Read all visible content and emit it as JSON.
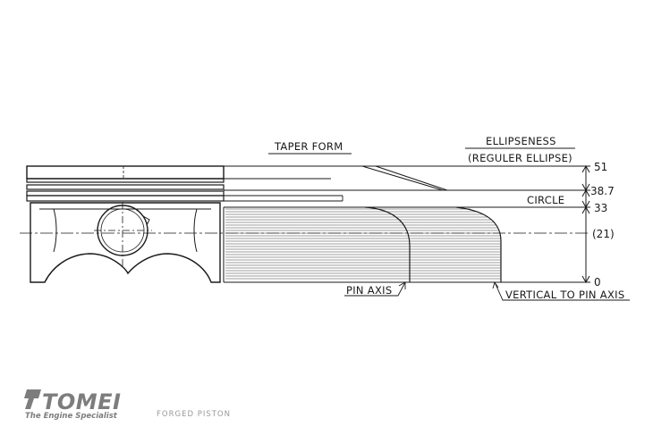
{
  "diagram": {
    "labels": {
      "taper_form": "TAPER FORM",
      "ellipseness": "ELLIPSENESS",
      "reguler_ellipse": "(REGULER ELLIPSE)",
      "circle": "CIRCLE",
      "pin_axis": "PIN AXIS",
      "vertical_to_pin_axis": "VERTICAL TO PIN AXIS"
    },
    "dimensions": [
      "51",
      "38.7",
      "33",
      "(21)",
      "0"
    ]
  },
  "brand": {
    "logo_word": "TOMEI",
    "tagline": "The Engine Specialist",
    "product": "FORGED PISTON"
  }
}
